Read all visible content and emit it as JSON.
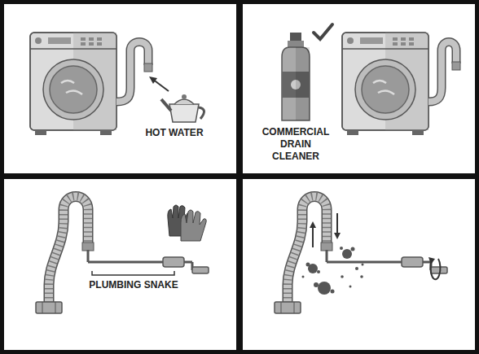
{
  "diagram": {
    "labels": [
      "HOT WATER",
      "COMMERCIAL DRAIN CLEANER",
      "PLUMBING SNAKE"
    ]
  }
}
